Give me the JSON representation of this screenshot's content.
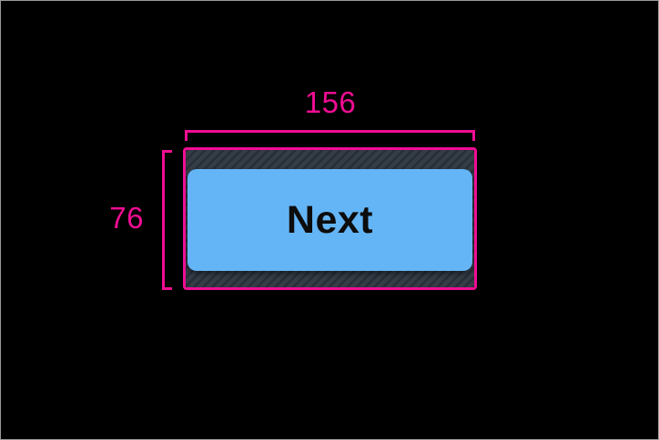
{
  "colors": {
    "canvas": "#000000",
    "frame_border": "#9B9B9B",
    "accent": "#F00D93",
    "button_fill": "#64B5F6",
    "button_text": "#0D0D0D",
    "touch_bg": "#343C46",
    "touch_stripe": "#272E37"
  },
  "annotation": {
    "width_label": "156",
    "height_label": "76"
  },
  "button": {
    "label": "Next"
  }
}
